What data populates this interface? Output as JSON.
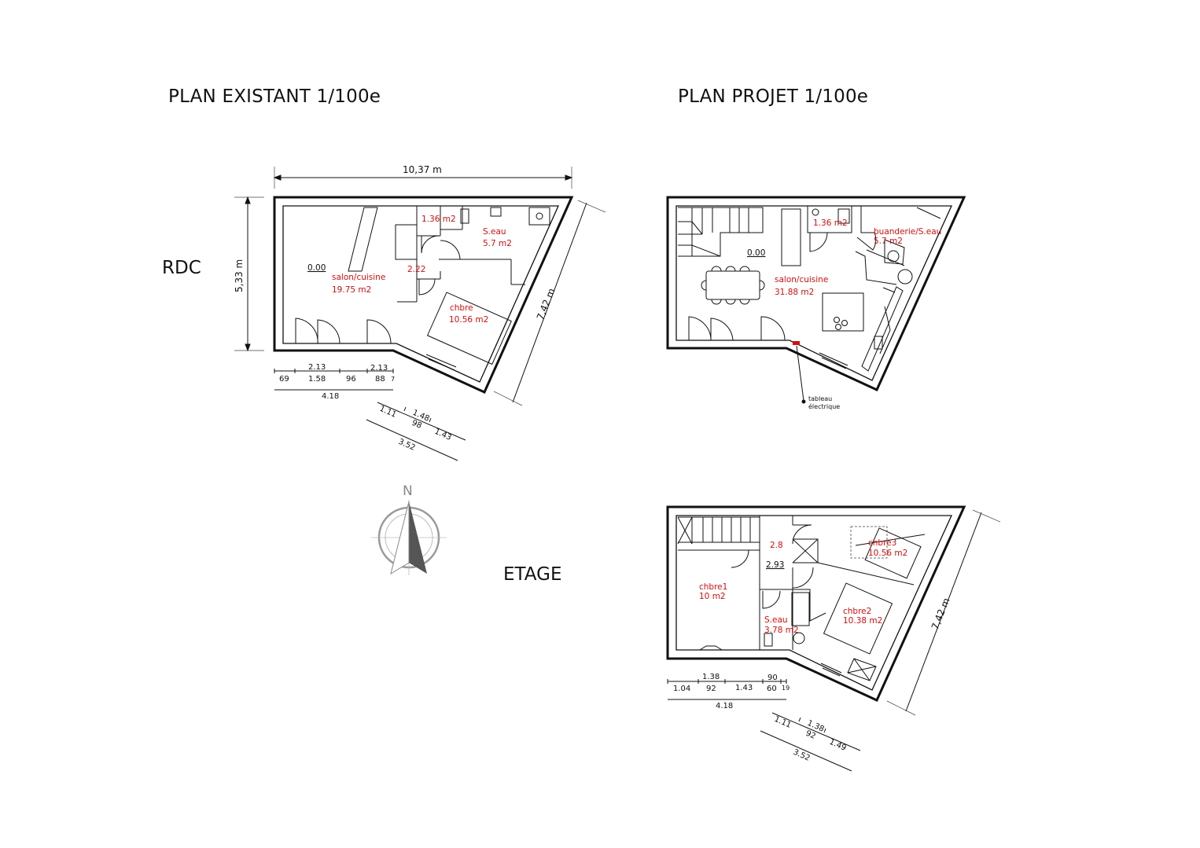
{
  "titles": {
    "existing": "PLAN EXISTANT 1/100e",
    "project": "PLAN PROJET 1/100e"
  },
  "levels": {
    "ground": "RDC",
    "upper": "ETAGE"
  },
  "compass": {
    "letter": "N",
    "icon": "north-arrow-icon"
  },
  "existing_plan": {
    "width_dim": "10,37 m",
    "height_dim": "5,33 m",
    "diag_dim": "7,42 m",
    "level": "0.00",
    "rooms": {
      "living_name": "salon/cuisine",
      "living_area": "19.75 m2",
      "wc_area": "1.36 m2",
      "bath_name": "S.eau",
      "bath_area": "5.7 m2",
      "hall_area": "2.22",
      "bed_name": "chbre",
      "bed_area": "10.56 m2"
    },
    "bottom_dims": {
      "top_a": "2.13",
      "top_b": "2.13",
      "d1": "69",
      "d2": "1.58",
      "d3": "96",
      "d4": "88",
      "d5": "7",
      "total": "4.18"
    },
    "diag_dims": {
      "a": "1.11",
      "b": "1.48",
      "c": "98",
      "d": "1.43",
      "total": "3.52"
    }
  },
  "project_ground": {
    "level": "0.00",
    "rooms": {
      "wc_area": "1.36 m2",
      "laundry_name": "buanderie/S.eau",
      "laundry_area": "5.7 m2",
      "living_name": "salon/cuisine",
      "living_area": "31.88 m2"
    },
    "annotation_line1": "tableau",
    "annotation_line2": "électrique"
  },
  "project_upper": {
    "diag_dim": "7,42 m",
    "landing_area": "2.8",
    "level": "2.93",
    "rooms": {
      "bed1_name": "chbre1",
      "bed1_area": "10 m2",
      "bed2_name": "chbre2",
      "bed2_area": "10.38 m2",
      "bed3_name": "chbre3",
      "bed3_area": "10.56 m2",
      "bath_name": "S.eau",
      "bath_area": "3.78 m2"
    },
    "bottom_dims": {
      "top_a": "1.38",
      "top_b": "90",
      "d1": "1.04",
      "d2": "92",
      "d3": "1.43",
      "d4": "60",
      "d5": "19",
      "total": "4.18"
    },
    "diag_dims": {
      "a": "1.11",
      "b": "1.38",
      "c": "92",
      "d": "1.49",
      "total": "3.52"
    }
  }
}
